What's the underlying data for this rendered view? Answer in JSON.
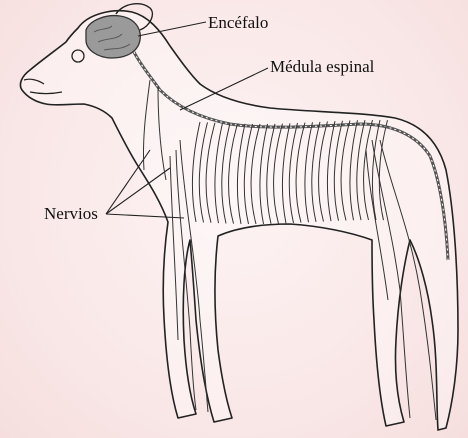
{
  "labels": {
    "brain": "Encéfalo",
    "spinal_cord": "Médula espinal",
    "nerves": "Nervios"
  },
  "colors": {
    "background": "#fae9e9",
    "outline": "#222222",
    "brain_fill": "#9a9a9a",
    "cord": "#555555"
  }
}
